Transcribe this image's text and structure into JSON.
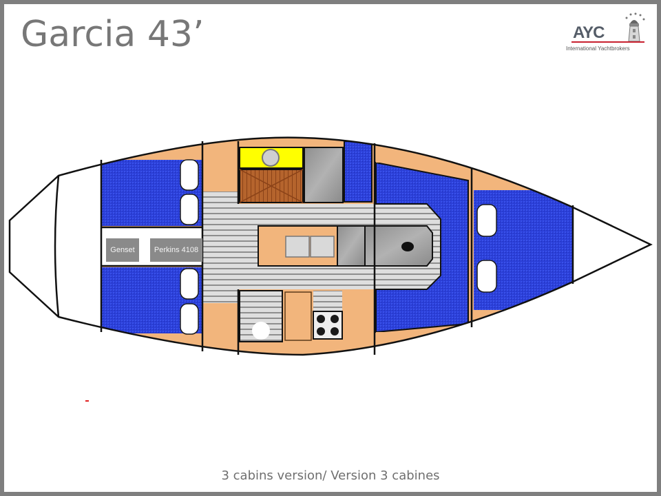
{
  "title": "Garcia 43’",
  "logo": {
    "brand": "AYC",
    "tagline": "International Yachtbrokers",
    "icon": "lighthouse-icon",
    "accent_color": "#c8202e"
  },
  "floorplan": {
    "labels": {
      "genset": "Genset",
      "engine": "Perkins 4108"
    },
    "colors": {
      "hull_outline": "#111111",
      "wood": "#f2b57c",
      "berth_blue": "#2a3fd6",
      "sole_grey": "#c8c8c8",
      "head_yellow": "#ffff00",
      "shower_teak": "#b0622e",
      "counter_stone": "#9a9a9a"
    },
    "areas": [
      "aft cabin port",
      "aft cabin starboard",
      "engine room",
      "companionway",
      "head",
      "shower",
      "galley",
      "saloon",
      "forward cabin",
      "forepeak"
    ]
  },
  "caption": "3 cabins version/ Version 3 cabines"
}
